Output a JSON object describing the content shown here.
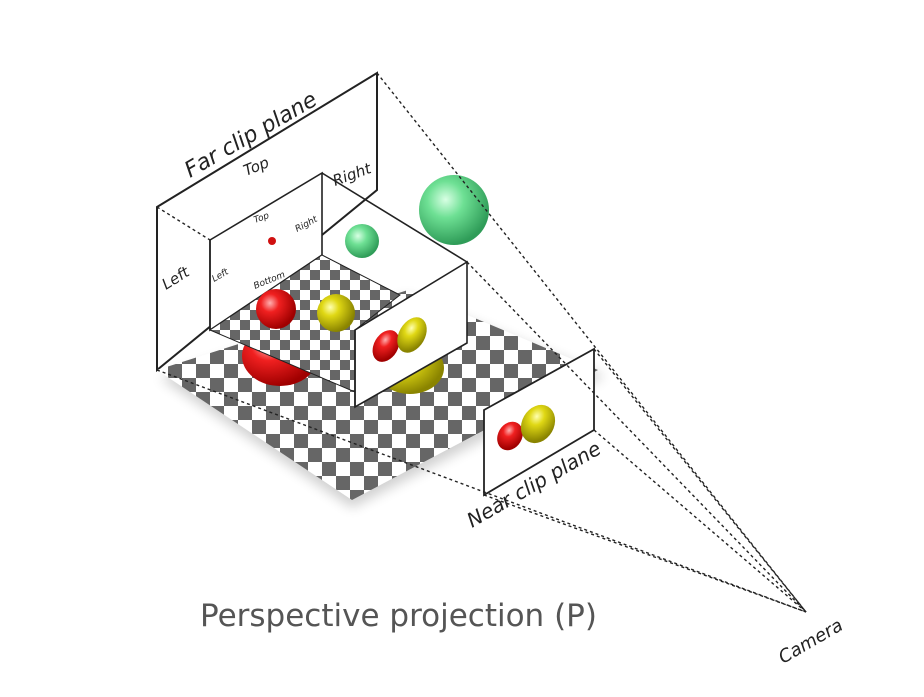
{
  "far_plane": {
    "title": "Far clip plane",
    "top": "Top",
    "right": "Right",
    "left": "Left"
  },
  "inner_plane": {
    "top": "Top",
    "right": "Right",
    "left": "Left",
    "bottom": "Bottom"
  },
  "near_plane": {
    "title": "Near clip plane"
  },
  "camera": "Camera",
  "caption": "Perspective projection (P)",
  "colors": {
    "red": "#e01818",
    "yellow": "#d8d010",
    "green": "#5fd68a",
    "checker_dark": "#666666",
    "checker_light": "#ffffff",
    "line": "#222222"
  }
}
